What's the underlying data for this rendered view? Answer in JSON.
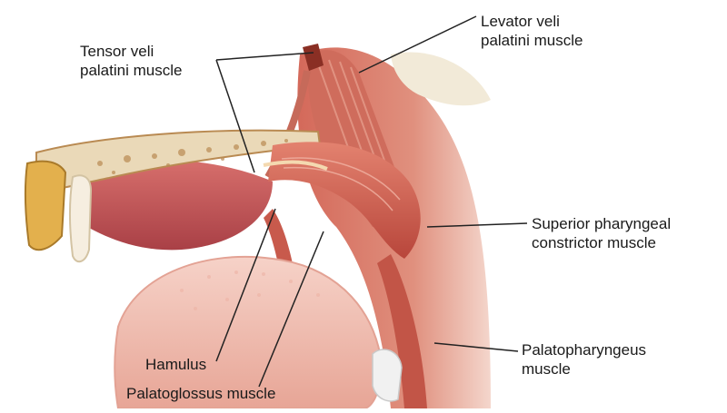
{
  "labels": {
    "tensor_veli_palatini": [
      "Tensor veli",
      "palatini muscle"
    ],
    "levator_veli_palatini": [
      "Levator veli",
      "palatini muscle"
    ],
    "superior_pharyngeal_constrictor": [
      "Superior pharyngeal",
      "constrictor muscle"
    ],
    "palatopharyngeus": [
      "Palatopharyngeus",
      "muscle"
    ],
    "hamulus": "Hamulus",
    "palatoglossus": "Palatoglossus muscle"
  },
  "colors": {
    "muscle": "#c9574a",
    "muscle_light": "#e9a090",
    "mucosa": "#f0c0b4",
    "bone": "#ead9b8",
    "bone_dark": "#b98a52",
    "cartilage": "#f2ead8",
    "leader_line": "#222222"
  }
}
